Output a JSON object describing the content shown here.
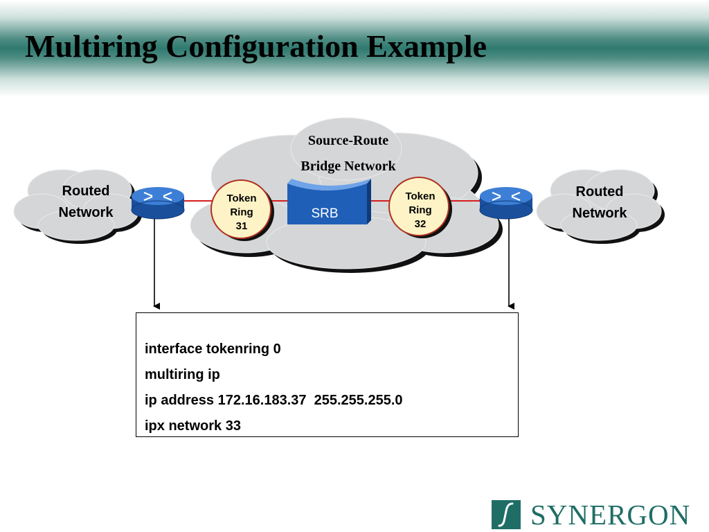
{
  "slide": {
    "title": "Multiring Configuration Example"
  },
  "diagram": {
    "srb_cloud": {
      "label_line1": "Source-Route",
      "label_line2": "Bridge Network"
    },
    "left_cloud": {
      "label_line1": "Routed",
      "label_line2": "Network"
    },
    "right_cloud": {
      "label_line1": "Routed",
      "label_line2": "Network"
    },
    "ring_left": {
      "line1": "Token",
      "line2": "Ring",
      "line3": "31"
    },
    "ring_right": {
      "line1": "Token",
      "line2": "Ring",
      "line3": "32"
    },
    "bridge": {
      "label": "SRB"
    },
    "colors": {
      "cloud_fill": "#d4d6d8",
      "link_red": "#d61c1c",
      "router_blue": "#1f5fb8",
      "ring_fill": "#fdf3c6",
      "ring_border": "#b03020",
      "bridge_blue": "#1f5fb8"
    },
    "icons": [
      "router-icon",
      "cloud-icon",
      "token-ring-icon",
      "srb-bridge-icon"
    ]
  },
  "config": {
    "lines": [
      "interface tokenring 0",
      "multiring ip",
      "ip address 172.16.183.37  255.255.255.0",
      "ipx network 33"
    ]
  },
  "brand": {
    "name": "SYNERGON",
    "color": "#1f6e66"
  }
}
